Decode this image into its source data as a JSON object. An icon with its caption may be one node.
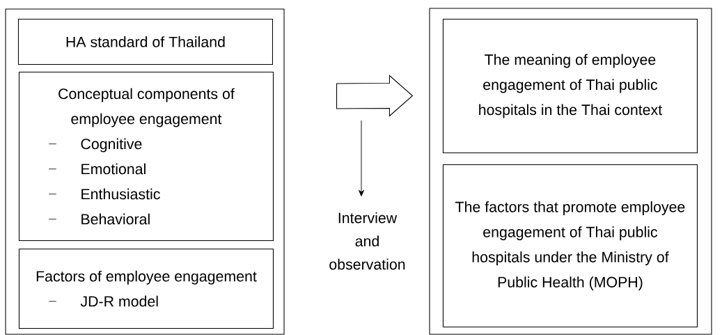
{
  "diagram": {
    "nodes": [
      {
        "text": [],
        "shape": "box"
      },
      {
        "text": [
          "HA standard of Thailand"
        ],
        "in": 0
      },
      {
        "text": [
          "Conceptual components of employee engagement",
          "Cognitive",
          "Emotional",
          "Enthusiastic",
          "Behavioral"
        ],
        "in": 0
      },
      {
        "text": [
          "Factors of employee engagement",
          "JD-R model"
        ],
        "in": 0
      },
      {
        "text": [],
        "shape": "box"
      },
      {
        "text": [
          "The meaning of employee engagement of Thai public hospitals in the Thai context"
        ],
        "in": 4
      },
      {
        "text": [
          "The factors that promote employee engagement of Thai public hospitals under the Ministry of Public Health (MOPH)"
        ],
        "in": 4
      },
      {
        "text": [
          "Interview and observation"
        ]
      }
    ],
    "edges": [
      {
        "from": 0,
        "to": 4,
        "arrow": "to",
        "style": "thick"
      },
      {
        "from": null,
        "to": 7,
        "arrow": "to"
      }
    ]
  }
}
